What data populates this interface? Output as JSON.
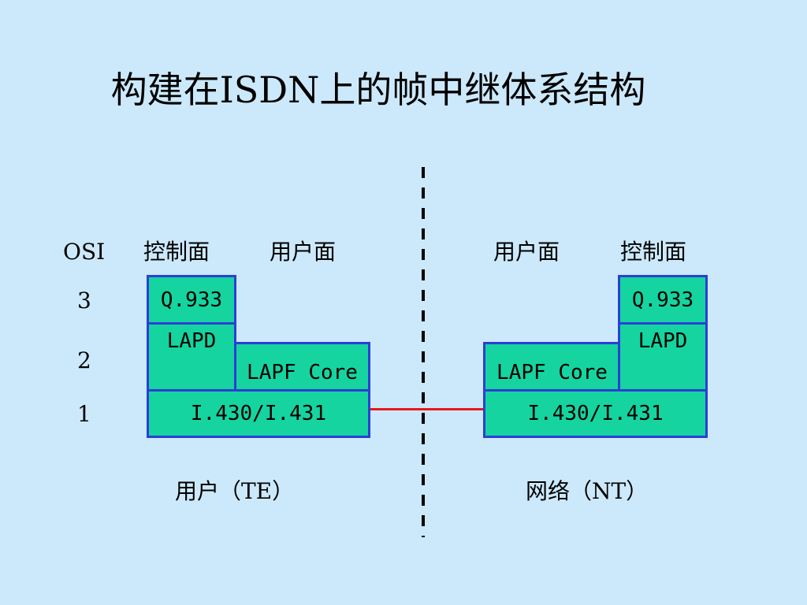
{
  "title": "构建在ISDN上的帧中继体系结构",
  "osi_label": "OSI",
  "layers": [
    "3",
    "2",
    "1"
  ],
  "left": {
    "control_plane": "控制面",
    "user_plane": "用户面",
    "q933": "Q.933",
    "lapd": "LAPD",
    "lapf_core": "LAPF Core",
    "physical": "I.430/I.431",
    "caption": "用户（TE）"
  },
  "right": {
    "user_plane": "用户面",
    "control_plane": "控制面",
    "q933": "Q.933",
    "lapd": "LAPD",
    "lapf_core": "LAPF Core",
    "physical": "I.430/I.431",
    "caption": "网络（NT）"
  },
  "colors": {
    "background": "#cce9fb",
    "box_fill": "#15d4a0",
    "box_border": "#2b3fd6",
    "link": "#e81818"
  }
}
